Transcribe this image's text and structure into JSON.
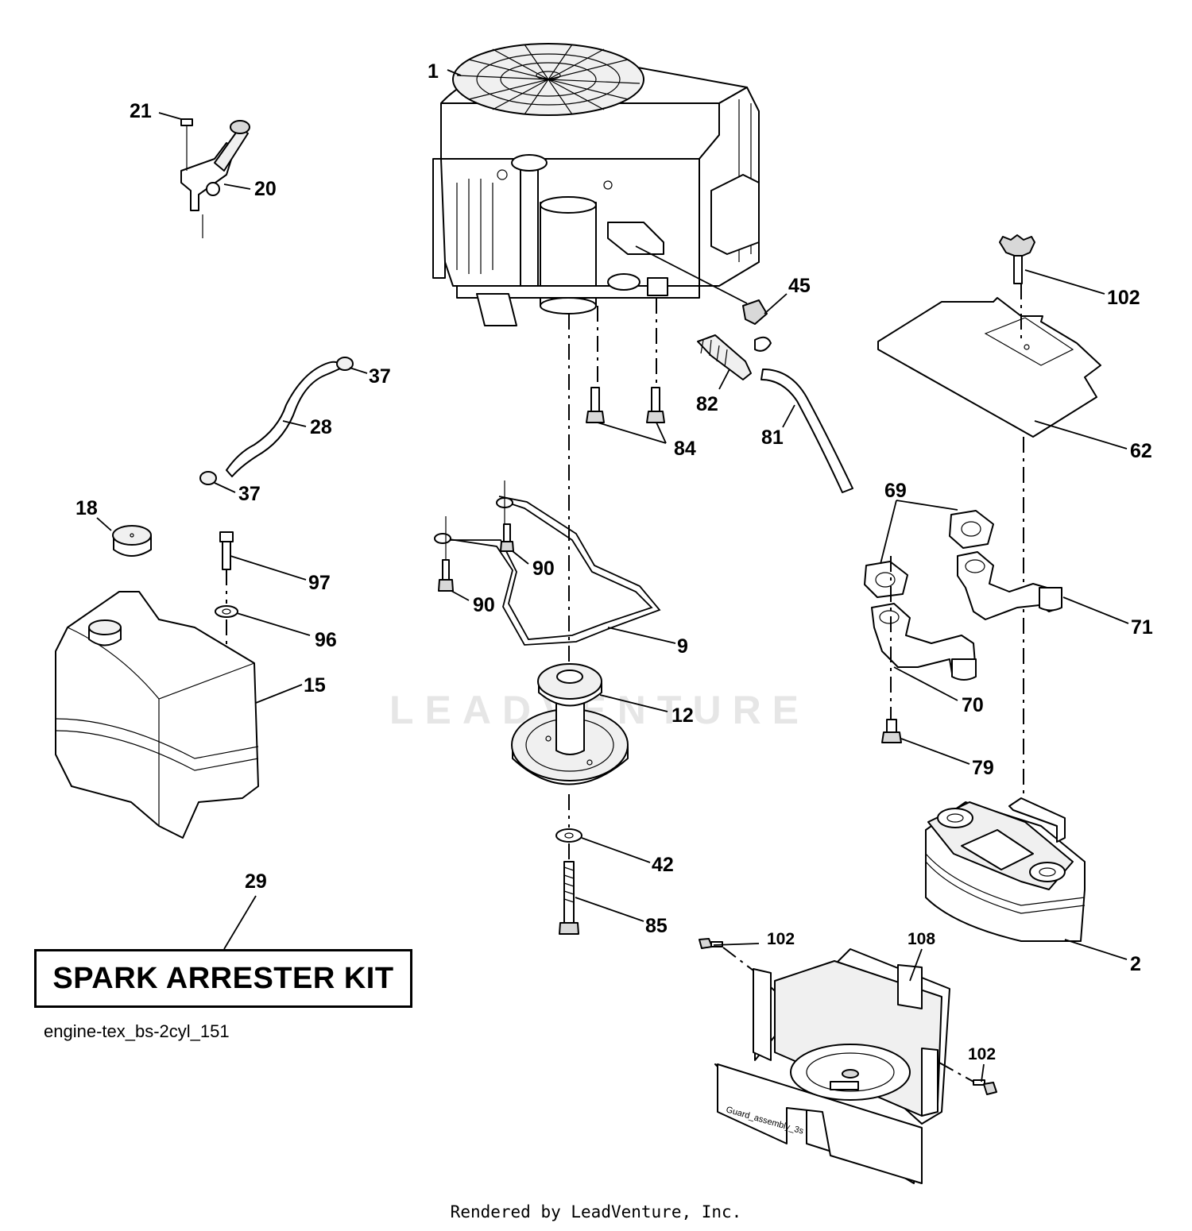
{
  "diagram": {
    "kit_label": "SPARK ARRESTER KIT",
    "diagram_code": "engine-tex_bs-2cyl_151",
    "credit": "Rendered by LeadVenture, Inc.",
    "watermark": "LEADVENTURE",
    "parts": {
      "p1": "1",
      "p2": "2",
      "p9": "9",
      "p12": "12",
      "p15": "15",
      "p18": "18",
      "p20": "20",
      "p21": "21",
      "p28": "28",
      "p29": "29",
      "p37a": "37",
      "p37b": "37",
      "p42": "42",
      "p45": "45",
      "p62": "62",
      "p69": "69",
      "p70": "70",
      "p71": "71",
      "p79": "79",
      "p81": "81",
      "p82": "82",
      "p84": "84",
      "p85": "85",
      "p90a": "90",
      "p90b": "90",
      "p96": "96",
      "p97": "97",
      "p102a": "102",
      "p102b": "102",
      "p102c": "102",
      "p108": "108"
    },
    "guard_text": "Guard_assembly_3s"
  }
}
